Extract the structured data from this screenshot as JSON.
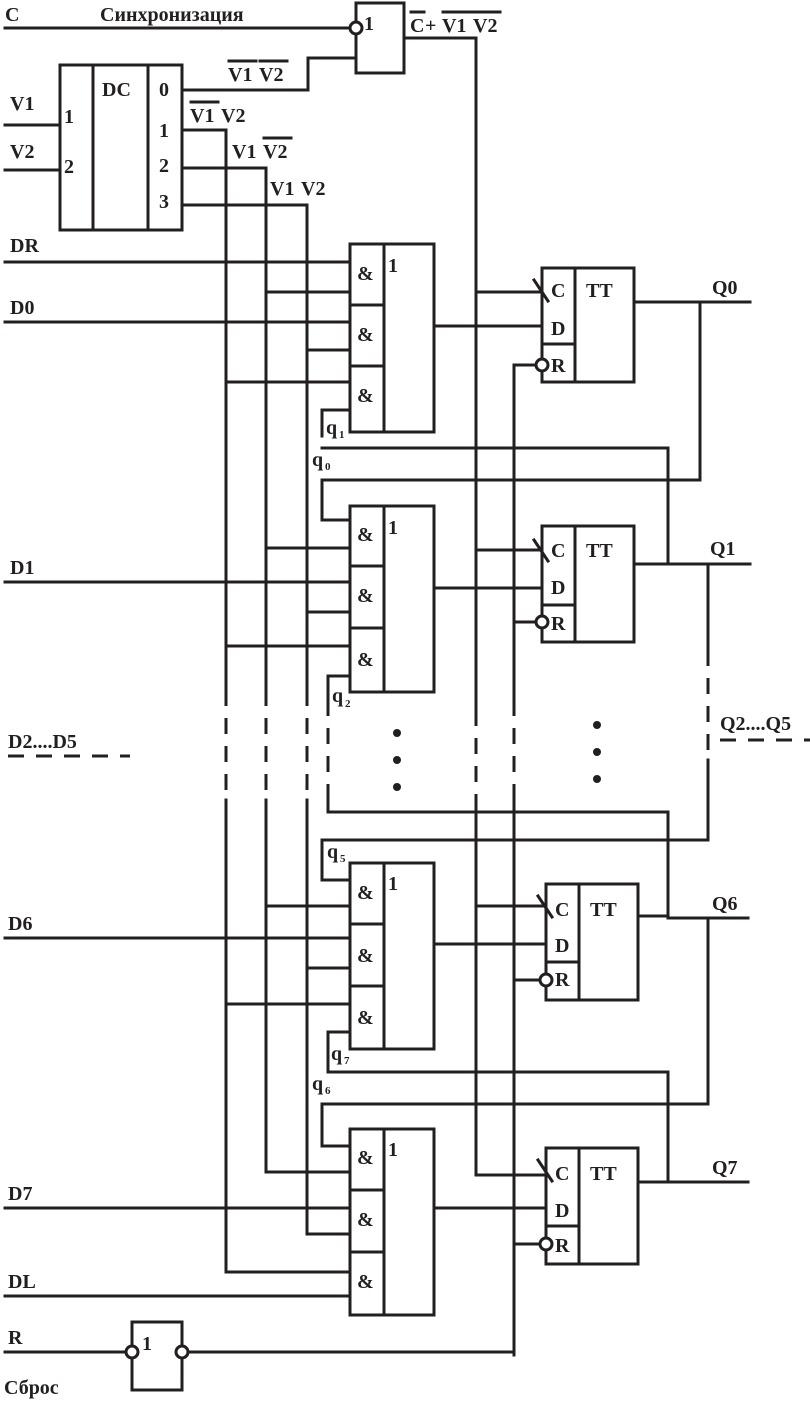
{
  "signals": {
    "c": "C",
    "sync": "Синхронизация",
    "v1": "V1",
    "v2": "V2",
    "dr": "DR",
    "d0": "D0",
    "d1": "D1",
    "d2_d5": "D2....D5",
    "d6": "D6",
    "d7": "D7",
    "dl": "DL",
    "r": "R",
    "reset": "Сброс"
  },
  "decoder": {
    "title": "DC",
    "inputs": [
      "1",
      "2"
    ],
    "outputs": [
      "0",
      "1",
      "2",
      "3"
    ],
    "output_terms": [
      {
        "a": "V1",
        "b": "V2",
        "a_bar": true,
        "b_bar": true
      },
      {
        "a": "V1",
        "b": "V2",
        "a_bar": true,
        "b_bar": false
      },
      {
        "a": "V1",
        "b": "V2",
        "a_bar": false,
        "b_bar": true
      },
      {
        "a": "V1",
        "b": "V2",
        "a_bar": false,
        "b_bar": false
      }
    ]
  },
  "or_gate": {
    "label": "1",
    "term_c": "C",
    "plus": "+",
    "term_v1": "V1",
    "term_v2": "V2"
  },
  "mux": {
    "and": "&",
    "or": "1"
  },
  "trigger": {
    "c": "C",
    "d": "D",
    "r": "R",
    "tt": "TT"
  },
  "outputs": {
    "q0": "Q0",
    "q1": "Q1",
    "q2_q5": "Q2....Q5",
    "q6": "Q6",
    "q7": "Q7"
  },
  "local": {
    "q": "q",
    "q1": "1",
    "q0": "0",
    "q2": "2",
    "q5": "5",
    "q7": "7",
    "q6": "6"
  },
  "inverter": {
    "label": "1"
  }
}
